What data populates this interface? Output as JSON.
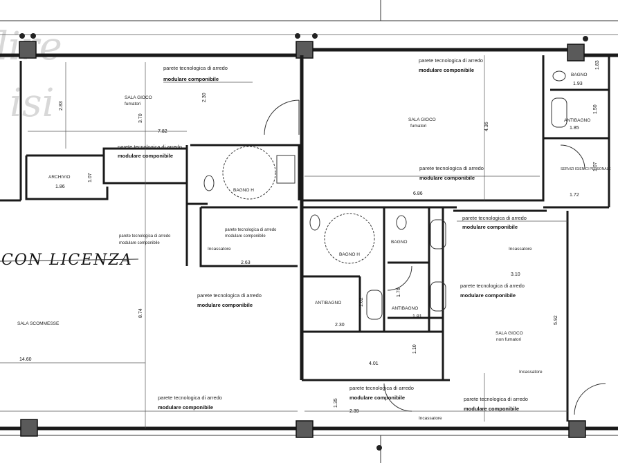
{
  "watermark": {
    "line1": "lire",
    "line2": "isi"
  },
  "handwriting": "CON LICENZA",
  "rooms": {
    "sala_gioco_top_left": "SALA GIOCO",
    "sala_gioco_top_left_sub": "fumatori",
    "sala_gioco_top_center": "SALA GIOCO",
    "sala_gioco_top_center_sub": "fumatori",
    "sala_gioco_bottom_right": "SALA GIOCO",
    "sala_gioco_bottom_right_sub": "non fumatori",
    "archivio": "ARCHIVIO",
    "sala_scommesse": "SALA SCOMMESSE",
    "bagno_disabili_top": "BAGNO H",
    "bagno_disabili_mid": "BAGNO H",
    "bagno_small_mid": "BAGNO",
    "bagno_top_right": "BAGNO",
    "antibagno_left": "ANTIBAGNO",
    "antibagno_right": "ANTIBAGNO",
    "antibagno_top_right": "ANTIBAGNO",
    "servizi_personale": "SERVIZI IGIENICI PERSONALE",
    "incassi_left": "Incassatore",
    "incassi_right": "Incassatore",
    "incassi_bottom": "Incassatore",
    "incassi_bottom2": "Incassatore"
  },
  "notes": {
    "parete_line1": "parete tecnologica di arredo",
    "parete_line2": "modulare componibile"
  },
  "dimensions": {
    "d_7_82": "7.82",
    "d_2_83": "2.83",
    "d_3_70": "3.70",
    "d_2_30": "2.30",
    "d_1_86": "1.86",
    "d_1_07": "1.07",
    "d_4_36": "4.36",
    "d_6_86": "6.86",
    "d_1_72": "1.72",
    "d_1_85": "1.85",
    "d_1_93": "1.93",
    "d_1_83": "1.83",
    "d_2_63": "2.63",
    "d_8_74": "8.74",
    "d_14_60": "14.60",
    "d_2_30b": "2.30",
    "d_1_62": "1.62",
    "d_1_76": "1.76",
    "d_1_81": "1.81",
    "d_4_01": "4.01",
    "d_1_10": "1.10",
    "d_3_10": "3.10",
    "d_5_92": "5.92",
    "d_2_39": "2.39",
    "d_1_35": "1.35",
    "d_1_07b": "1.07",
    "d_1_50": "1.50"
  }
}
